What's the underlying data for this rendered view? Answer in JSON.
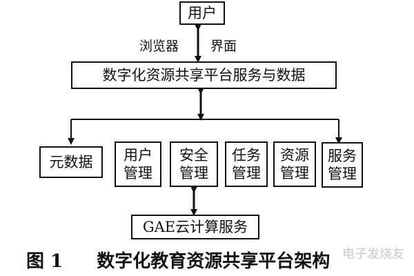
{
  "diagram": {
    "user_box": "用户",
    "browser_label": "浏览器",
    "interface_label": "界面",
    "platform_box": "数字化资源共享平台服务与数据",
    "modules": [
      {
        "line1": "元数据",
        "line2": ""
      },
      {
        "line1": "用户",
        "line2": "管理"
      },
      {
        "line1": "安全",
        "line2": "管理"
      },
      {
        "line1": "任务",
        "line2": "管理"
      },
      {
        "line1": "资源",
        "line2": "管理"
      },
      {
        "line1": "服务",
        "line2": "管理"
      }
    ],
    "gae_box": "GAE云计算服务"
  },
  "caption": {
    "figure_number": "图 1",
    "title": "数字化教育资源共享平台架构"
  },
  "watermark": "电子发烧友"
}
